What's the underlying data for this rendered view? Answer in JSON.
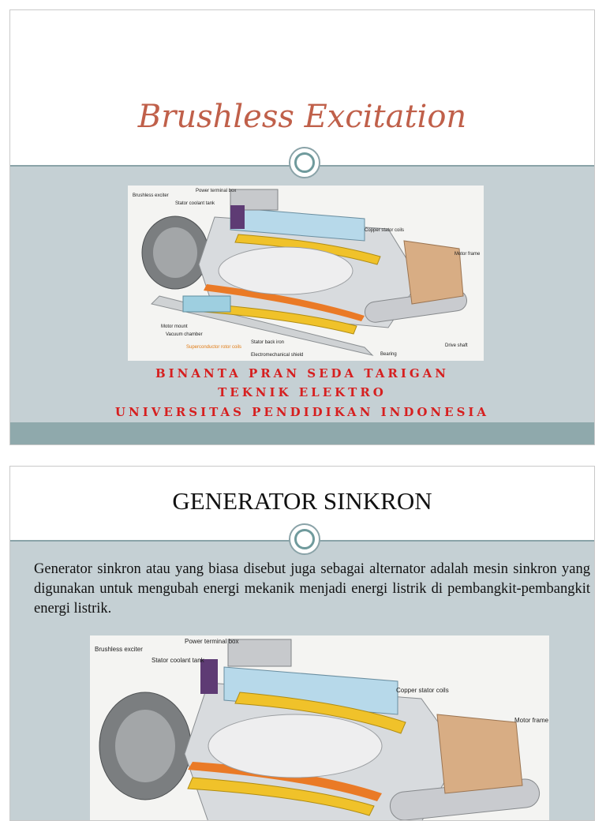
{
  "slide1": {
    "title": "Brushless Excitation",
    "authors": [
      "BINANTA PRAN SEDA TARIGAN",
      "TEKNIK ELEKTRO",
      "UNIVERSITAS PENDIDIKAN INDONESIA"
    ]
  },
  "slide2": {
    "title": "GENERATOR SINKRON",
    "body": "Generator sinkron atau yang biasa disebut juga sebagai alternator adalah mesin sinkron yang digunakan untuk mengubah energi mekanik menjadi energi listrik di pembangkit-pembangkit energi listrik."
  },
  "figure_small_labels": {
    "brushless_exciter": "Brushless exciter",
    "power_terminal_box": "Power terminal box",
    "stator_coolant_tank": "Stator coolant tank",
    "copper_stator_coils": "Copper stator coils",
    "motor_frame": "Motor frame",
    "motor_mount": "Motor mount",
    "vacuum_chamber": "Vacuum chamber",
    "superconductor_rotor_coils": "Superconductor rotor coils",
    "stator_back_iron": "Stator back iron",
    "electromechanical_shield": "Electromechanical shield",
    "bearing": "Bearing",
    "drive_shaft": "Drive shaft"
  },
  "figure_large_labels": {
    "brushless_exciter": "Brushless exciter",
    "power_terminal_box": "Power terminal box",
    "stator_coolant_tank": "Stator coolant tank",
    "copper_stator_coils": "Copper stator coils",
    "motor_frame": "Motor frame"
  }
}
